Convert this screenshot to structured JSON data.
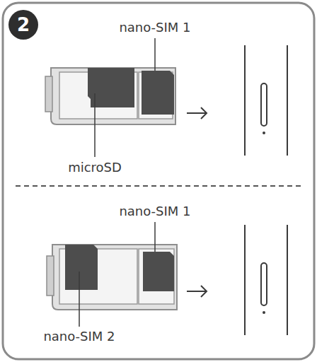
{
  "diagram": {
    "nodes": [
      {
        "text": [
          "2"
        ]
      }
    ],
    "labels": [
      "nano-SIM 1",
      "microSD",
      "nano-SIM 1",
      "nano-SIM 2"
    ]
  }
}
